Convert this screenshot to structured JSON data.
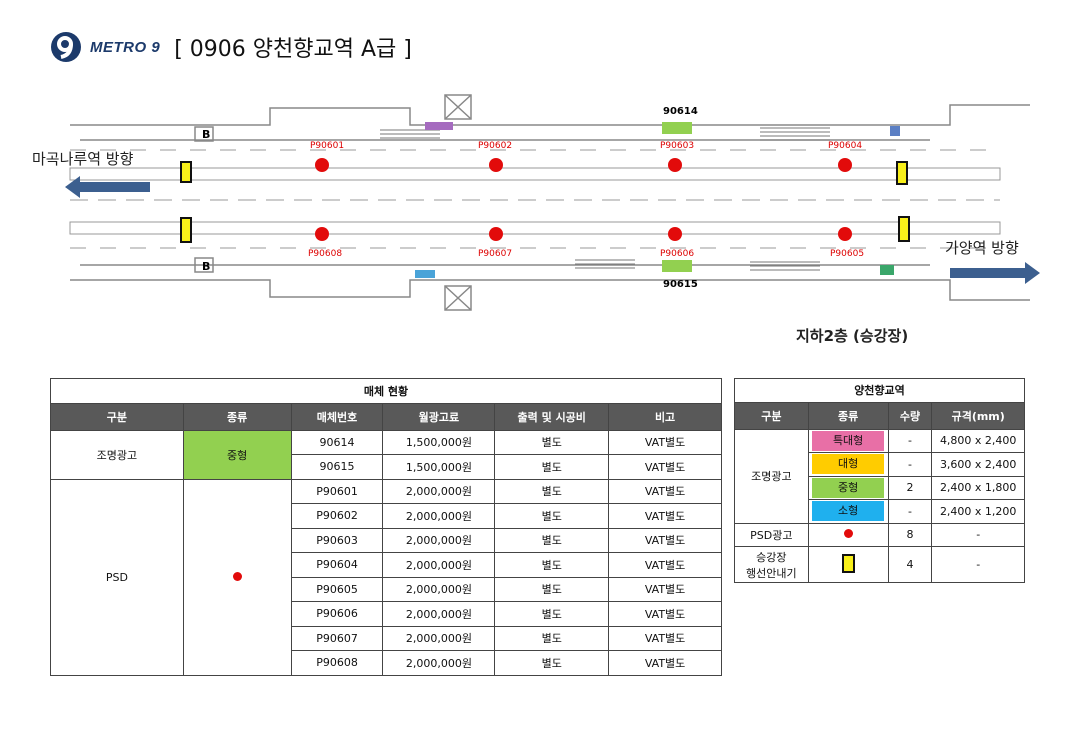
{
  "header": {
    "logo_text": "METRO 9",
    "title": "[ 0906  양천향교역 A급 ]"
  },
  "colors": {
    "brand": "#1c3a6b",
    "psd_dot": "#e20b0b",
    "guide_sign": "#f8ef1a",
    "arrow": "#3c5f8f"
  },
  "map": {
    "left_direction": "마곡나루역 방향",
    "right_direction": "가양역 방향",
    "caption": "지하2층 (승강장)",
    "b_marks": [
      "B",
      "B"
    ],
    "top_label": "90614",
    "bottom_label": "90615",
    "top_psd": [
      "P90601",
      "P90602",
      "P90603",
      "P90604"
    ],
    "bottom_psd": [
      "P90608",
      "P90607",
      "P90606",
      "P90605"
    ]
  },
  "main_table": {
    "caption": "매체 현황",
    "headers": [
      "구분",
      "종류",
      "매체번호",
      "월광고료",
      "출력 및 시공비",
      "비고"
    ],
    "group1": {
      "category": "조명광고",
      "kind": "중형",
      "kind_color": "#92d050"
    },
    "group2": {
      "category": "PSD",
      "kind_icon": "red-dot"
    },
    "rows": [
      {
        "code": "90614",
        "fee": "1,500,000원",
        "output": "별도",
        "note": "VAT별도"
      },
      {
        "code": "90615",
        "fee": "1,500,000원",
        "output": "별도",
        "note": "VAT별도"
      },
      {
        "code": "P90601",
        "fee": "2,000,000원",
        "output": "별도",
        "note": "VAT별도"
      },
      {
        "code": "P90602",
        "fee": "2,000,000원",
        "output": "별도",
        "note": "VAT별도"
      },
      {
        "code": "P90603",
        "fee": "2,000,000원",
        "output": "별도",
        "note": "VAT별도"
      },
      {
        "code": "P90604",
        "fee": "2,000,000원",
        "output": "별도",
        "note": "VAT별도"
      },
      {
        "code": "P90605",
        "fee": "2,000,000원",
        "output": "별도",
        "note": "VAT별도"
      },
      {
        "code": "P90606",
        "fee": "2,000,000원",
        "output": "별도",
        "note": "VAT별도"
      },
      {
        "code": "P90607",
        "fee": "2,000,000원",
        "output": "별도",
        "note": "VAT별도"
      },
      {
        "code": "P90608",
        "fee": "2,000,000원",
        "output": "별도",
        "note": "VAT별도"
      }
    ]
  },
  "side_table": {
    "caption": "양천향교역",
    "headers": [
      "구분",
      "종류",
      "수량",
      "규격(mm)"
    ],
    "lighting_label": "조명광고",
    "lighting_rows": [
      {
        "kind": "특대형",
        "color": "#e86fa6",
        "qty": "-",
        "spec": "4,800 x 2,400"
      },
      {
        "kind": "대형",
        "color": "#ffcc00",
        "qty": "-",
        "spec": "3,600 x 2,400"
      },
      {
        "kind": "중형",
        "color": "#92d050",
        "qty": "2",
        "spec": "2,400 x 1,800"
      },
      {
        "kind": "소형",
        "color": "#1fb0ee",
        "qty": "-",
        "spec": "2,400 x 1,200"
      }
    ],
    "psd_row": {
      "label": "PSD광고",
      "icon": "red-dot",
      "qty": "8",
      "spec": "-"
    },
    "guide_row": {
      "label_line1": "승강장",
      "label_line2": "행선안내기",
      "icon": "yellow-box",
      "qty": "4",
      "spec": "-"
    }
  }
}
